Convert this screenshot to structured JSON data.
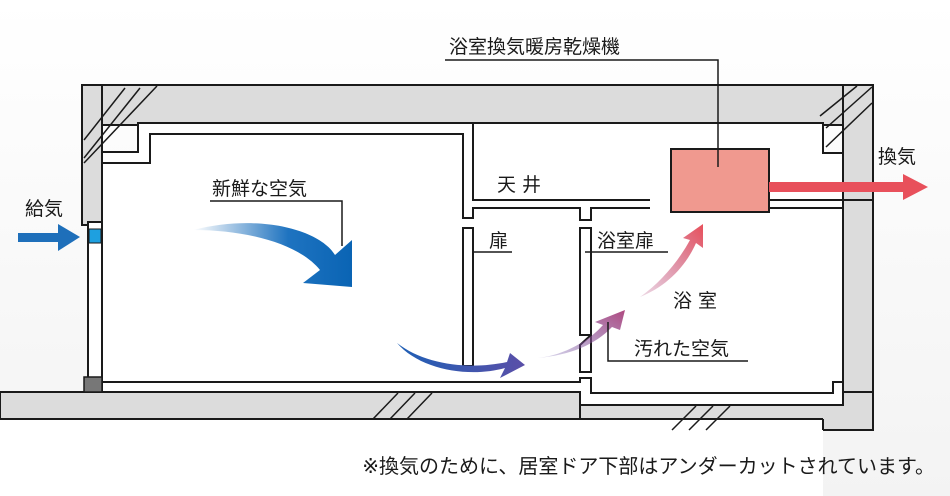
{
  "labels": {
    "unit": "浴室換気暖房乾燥機",
    "exhaust": "換気",
    "supply": "給気",
    "fresh_air": "新鮮な空気",
    "ceiling": "天井",
    "door": "扉",
    "bath_door": "浴室扉",
    "bathroom": "浴室",
    "dirty_air": "汚れた空気"
  },
  "note": "※換気のために、居室ドア下部はアンダーカットされています。",
  "colors": {
    "structure": "#dcdcdc",
    "unit_fill": "#f0998f",
    "exhaust_arrow": "#e8505b",
    "supply_arrow": "#1e6fba",
    "window": "#1ea0e0"
  }
}
